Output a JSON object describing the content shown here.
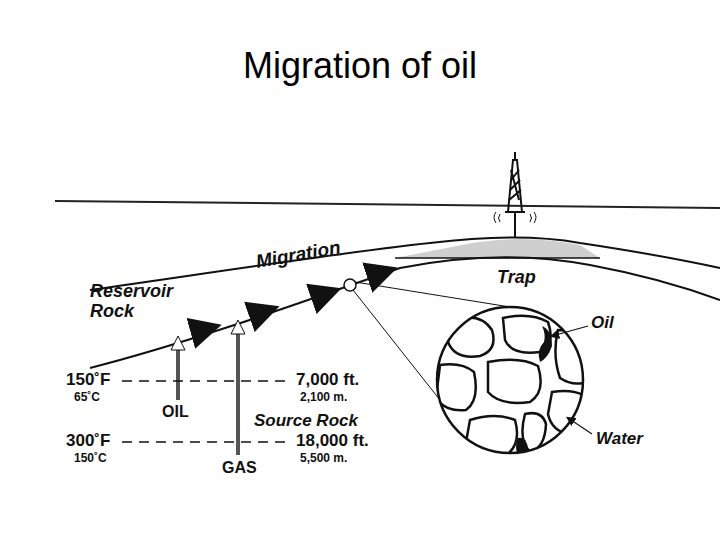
{
  "diagram": {
    "title": "Migration of oil",
    "labels": [
      "Reservoir Rock",
      "Migration",
      "Trap",
      "Oil",
      "Water",
      "150˚F",
      "65˚C",
      "OIL",
      "7,000 ft.",
      "2,100 m.",
      "Source Rock",
      "300˚F",
      "150˚C",
      "GAS",
      "18,000 ft.",
      "5,500 m."
    ]
  }
}
